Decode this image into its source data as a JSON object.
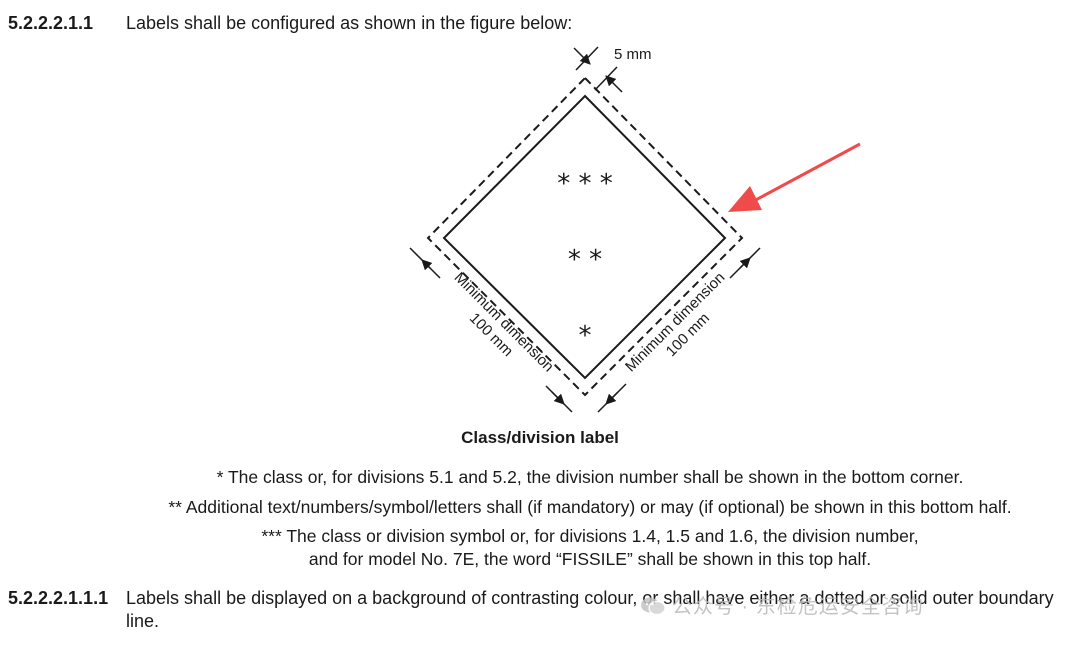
{
  "section1": {
    "number": "5.2.2.2.1.1",
    "text": "Labels shall be configured as shown in the figure below:"
  },
  "figure": {
    "gap_label": "5 mm",
    "dim_left_line1": "Minimum dimension",
    "dim_left_line2": "100 mm",
    "dim_right_line1": "Minimum dimension",
    "dim_right_line2": "100 mm",
    "stars_top": "* * *",
    "stars_middle": "* *",
    "stars_bottom": "*",
    "caption": "Class/division label",
    "arrow_color": "#ef4b4b"
  },
  "notes": {
    "note1": "* The class or, for divisions 5.1 and 5.2, the division number shall be shown in the bottom corner.",
    "note2": "** Additional text/numbers/symbol/letters shall (if mandatory) or may (if optional) be shown in this bottom half.",
    "note3_line1": "*** The class or division symbol or, for divisions 1.4, 1.5 and 1.6, the division number,",
    "note3_line2": "and for model No. 7E, the word “FISSILE” shall be shown in this top half."
  },
  "section2": {
    "number": "5.2.2.2.1.1.1",
    "text": "Labels shall be displayed on a background of contrasting colour, or shall have either a dotted or solid outer boundary line."
  },
  "watermark": {
    "text": "公众号 · 东检危运安全咨询",
    "icon": "wechat-icon"
  }
}
